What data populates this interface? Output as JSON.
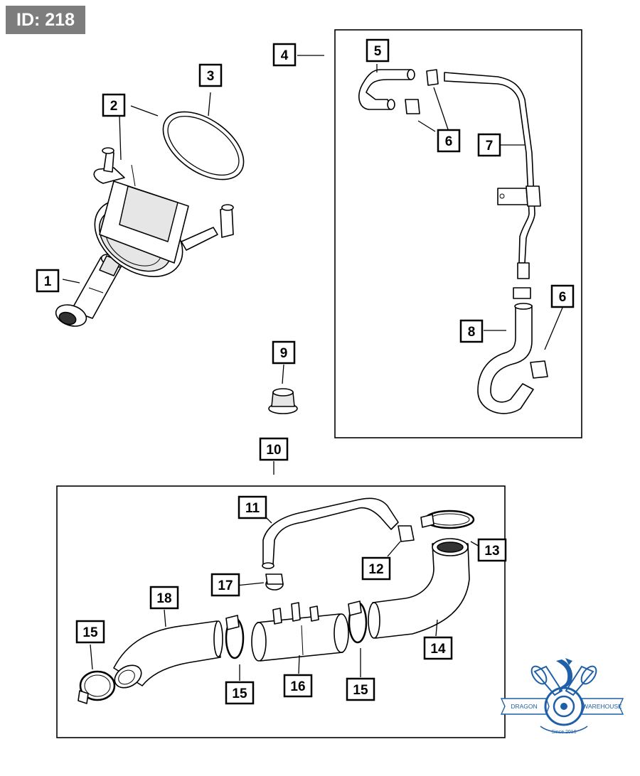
{
  "badge": {
    "id_label": "ID: 218"
  },
  "callouts": [
    {
      "key": "c1",
      "label": "1"
    },
    {
      "key": "c2",
      "label": "2"
    },
    {
      "key": "c3",
      "label": "3"
    },
    {
      "key": "c4",
      "label": "4"
    },
    {
      "key": "c5",
      "label": "5"
    },
    {
      "key": "c6a",
      "label": "6"
    },
    {
      "key": "c7",
      "label": "7"
    },
    {
      "key": "c6b",
      "label": "6"
    },
    {
      "key": "c8",
      "label": "8"
    },
    {
      "key": "c9",
      "label": "9"
    },
    {
      "key": "c10",
      "label": "10"
    },
    {
      "key": "c11",
      "label": "11"
    },
    {
      "key": "c12",
      "label": "12"
    },
    {
      "key": "c13",
      "label": "13"
    },
    {
      "key": "c17",
      "label": "17"
    },
    {
      "key": "c18",
      "label": "18"
    },
    {
      "key": "c14",
      "label": "14"
    },
    {
      "key": "c15a",
      "label": "15"
    },
    {
      "key": "c15b",
      "label": "15"
    },
    {
      "key": "c16",
      "label": "16"
    },
    {
      "key": "c15c",
      "label": "15"
    }
  ],
  "logo": {
    "left_text": "DRAGON",
    "right_text": "WAREHOUSE",
    "since_text": "Since 2016",
    "color": "#1f5fa8"
  }
}
